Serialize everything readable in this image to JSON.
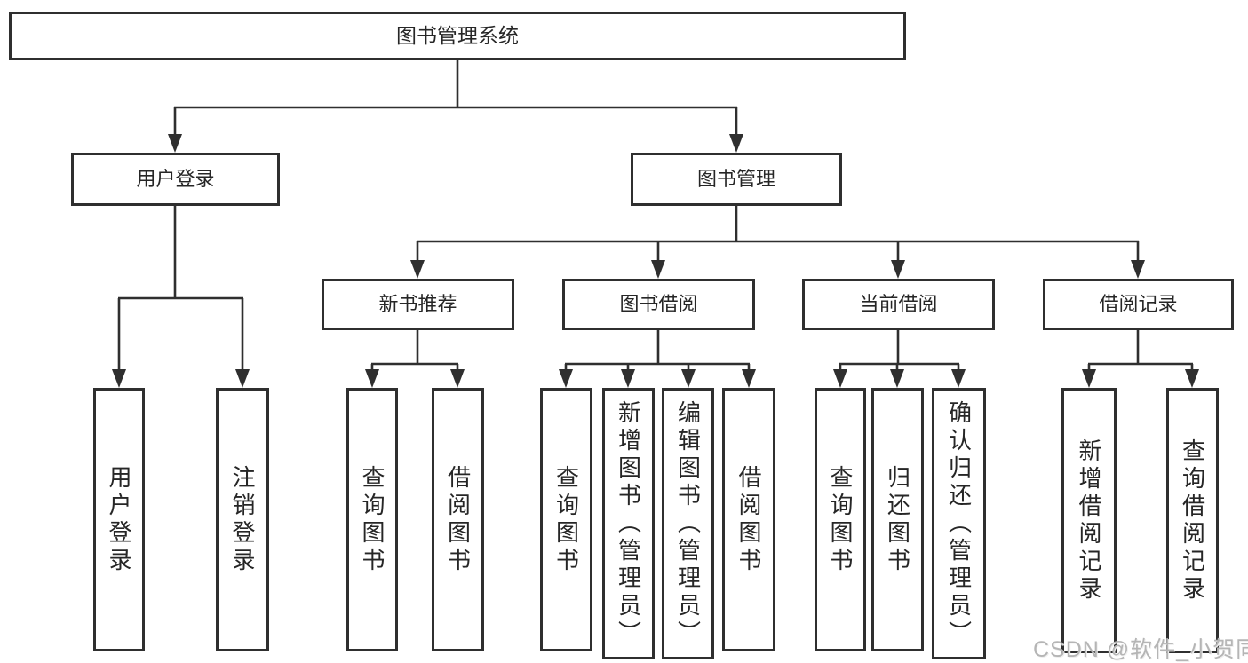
{
  "nodes": {
    "root": "图书管理系统",
    "level2": [
      "用户登录",
      "图书管理"
    ],
    "level3": [
      "新书推荐",
      "图书借阅",
      "当前借阅",
      "借阅记录"
    ],
    "level4": {
      "login": [
        "用户登录",
        "注销登录"
      ],
      "newbook": [
        "查询图书",
        "借阅图书"
      ],
      "borrow": [
        "查询图书",
        "新增图书（管理员）",
        "编辑图书（管理员）",
        "借阅图书"
      ],
      "current": [
        "查询图书",
        "归还图书",
        "确认归还（管理员）"
      ],
      "records": [
        "新增借阅记录",
        "查询借阅记录"
      ]
    }
  },
  "watermark": "CSDN @软件_小贺同学",
  "colors": {
    "line": "#2f2f2f",
    "box_border": "#2f2f2f",
    "box_background": "#ffffff",
    "text": "#262626",
    "watermark": "#b5b5b5",
    "background": "#ffffff"
  }
}
